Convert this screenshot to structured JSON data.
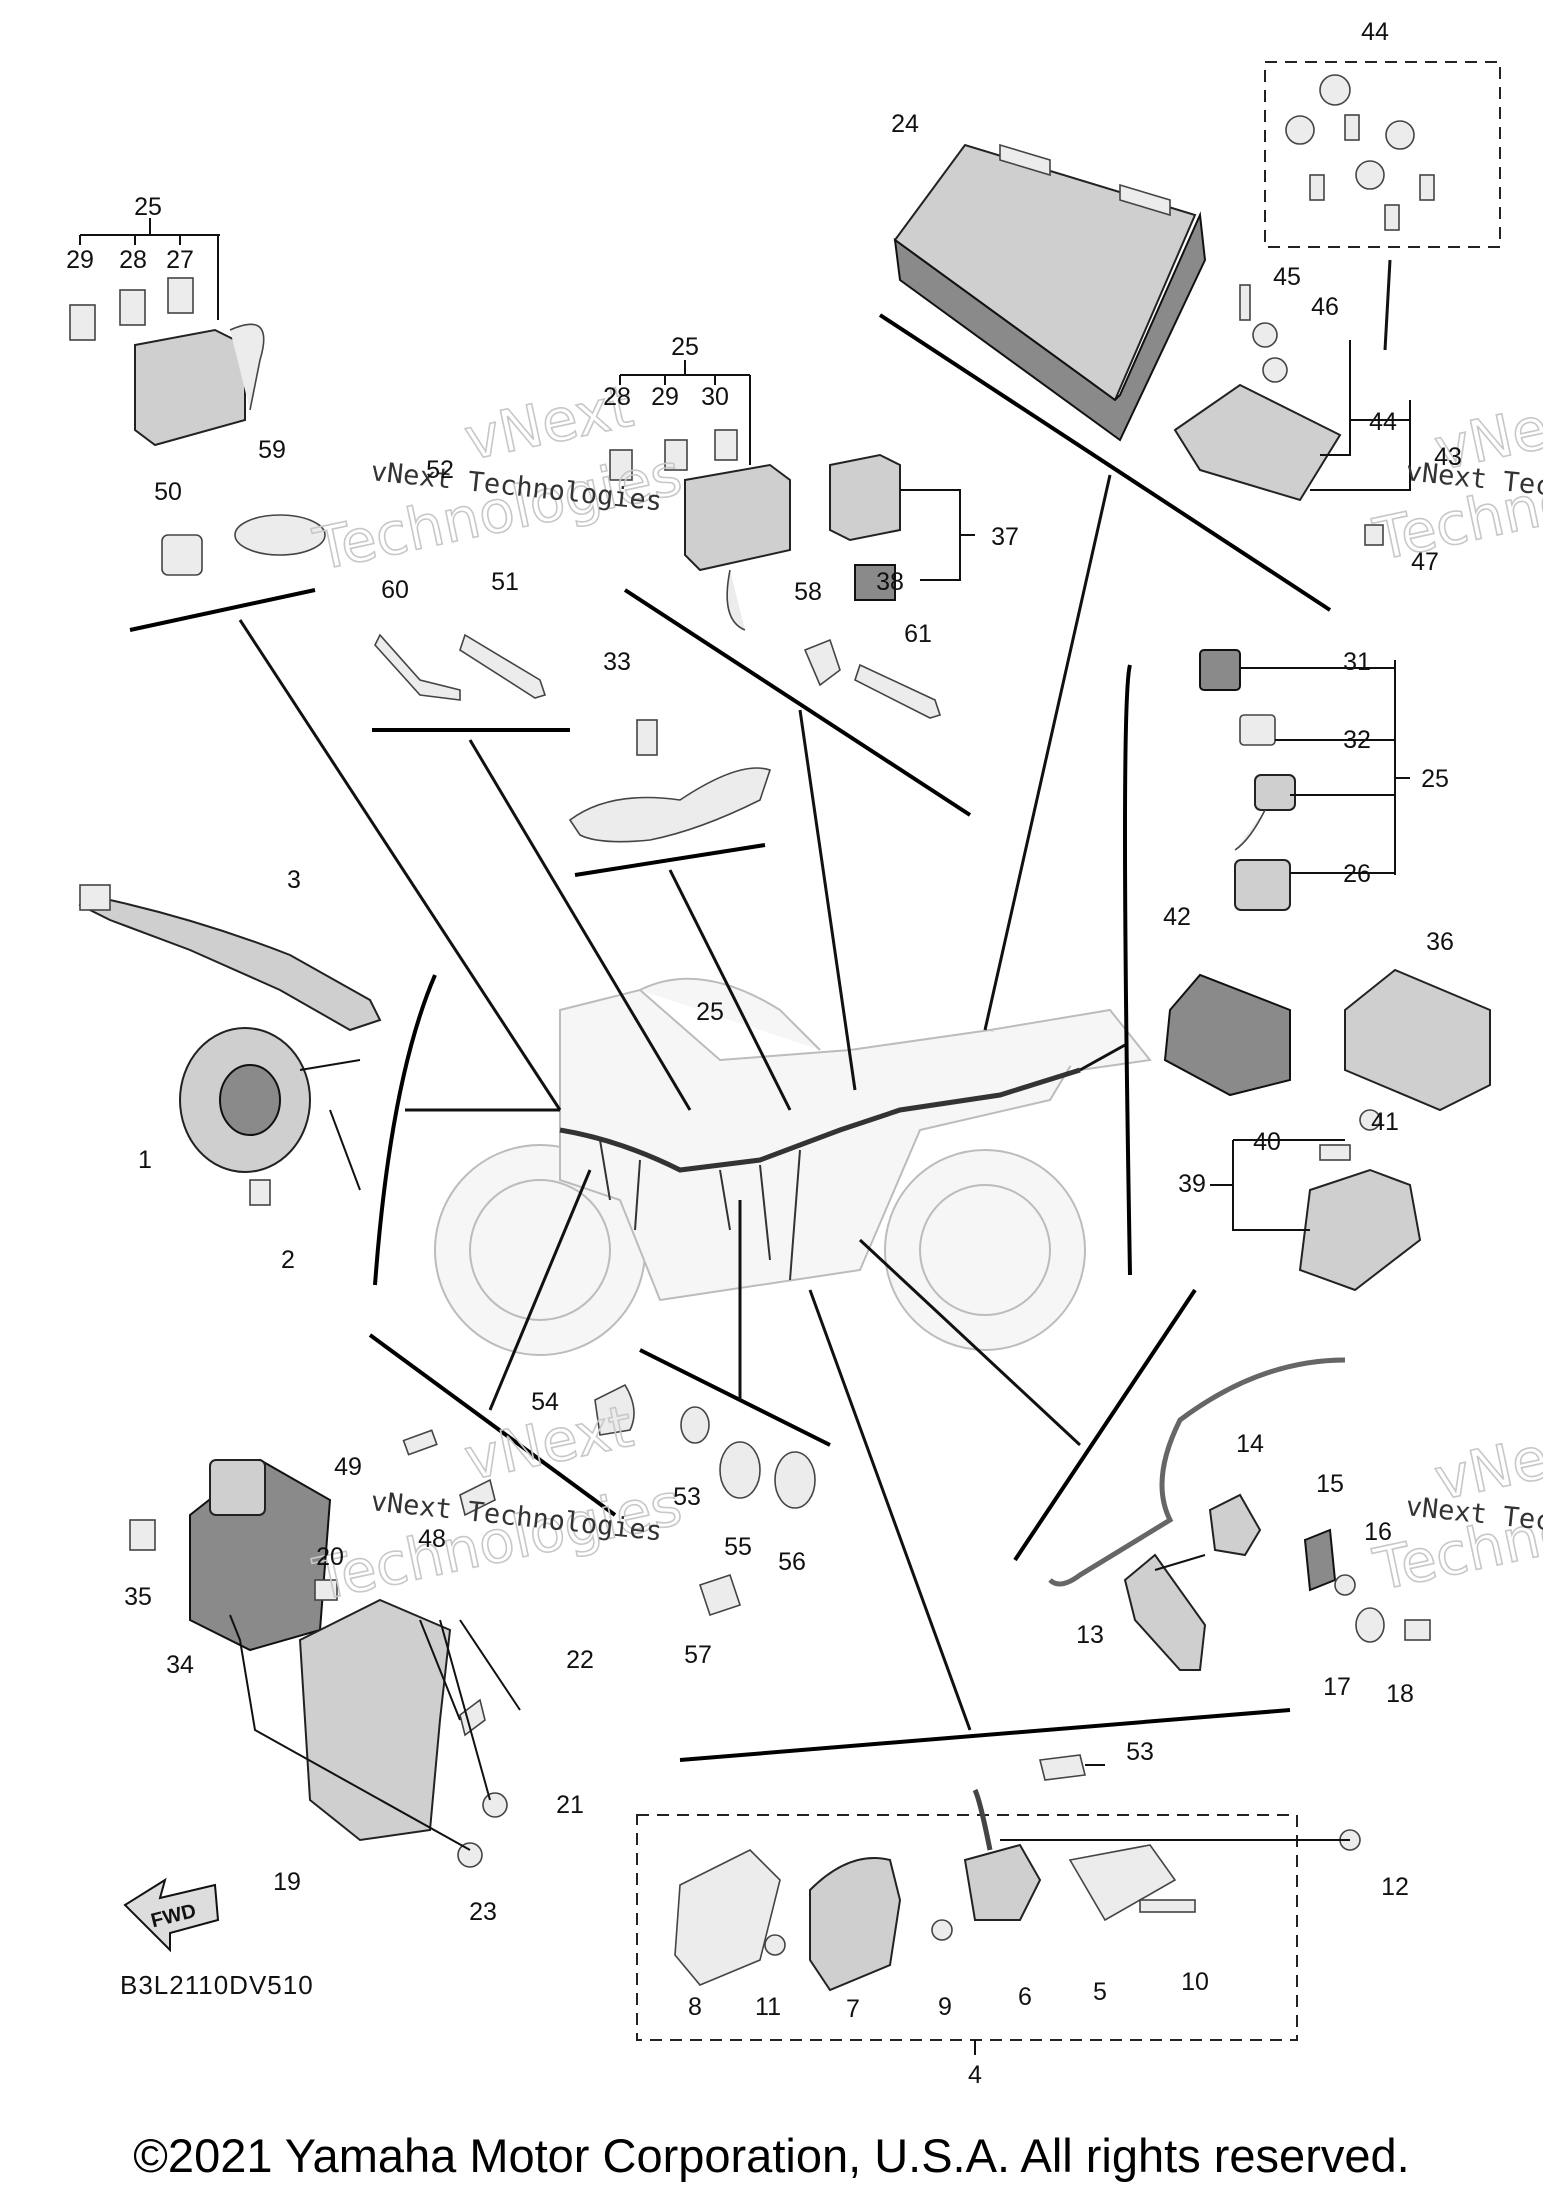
{
  "diagram_code": "B3L2110DV510",
  "copyright": "©2021 Yamaha Motor Corporation, U.S.A. All rights reserved.",
  "watermark_text": "vNext Technologies",
  "watermark_big_1": "vNext",
  "watermark_big_2": "Technologies",
  "fwd_label": "FWD",
  "callouts": {
    "c1": "1",
    "c2": "2",
    "c3": "3",
    "c4": "4",
    "c5": "5",
    "c6": "6",
    "c7": "7",
    "c8": "8",
    "c9": "9",
    "c10": "10",
    "c11": "11",
    "c12": "12",
    "c13": "13",
    "c14": "14",
    "c15": "15",
    "c16": "16",
    "c17": "17",
    "c18": "18",
    "c19": "19",
    "c20": "20",
    "c21": "21",
    "c22": "22",
    "c23": "23",
    "c24": "24",
    "c25a": "25",
    "c25b": "25",
    "c25c": "25",
    "c25d": "25",
    "c26": "26",
    "c27": "27",
    "c28a": "28",
    "c28b": "28",
    "c29a": "29",
    "c29b": "29",
    "c30": "30",
    "c31": "31",
    "c32": "32",
    "c33": "33",
    "c34": "34",
    "c35": "35",
    "c36": "36",
    "c37": "37",
    "c38": "38",
    "c39": "39",
    "c40": "40",
    "c41": "41",
    "c42": "42",
    "c43": "43",
    "c44a": "44",
    "c44b": "44",
    "c45": "45",
    "c46": "46",
    "c47": "47",
    "c48": "48",
    "c49": "49",
    "c50": "50",
    "c51": "51",
    "c52": "52",
    "c53a": "53",
    "c53b": "53",
    "c54": "54",
    "c55": "55",
    "c56": "56",
    "c57": "57",
    "c58": "58",
    "c59": "59",
    "c60": "60",
    "c61": "61"
  }
}
